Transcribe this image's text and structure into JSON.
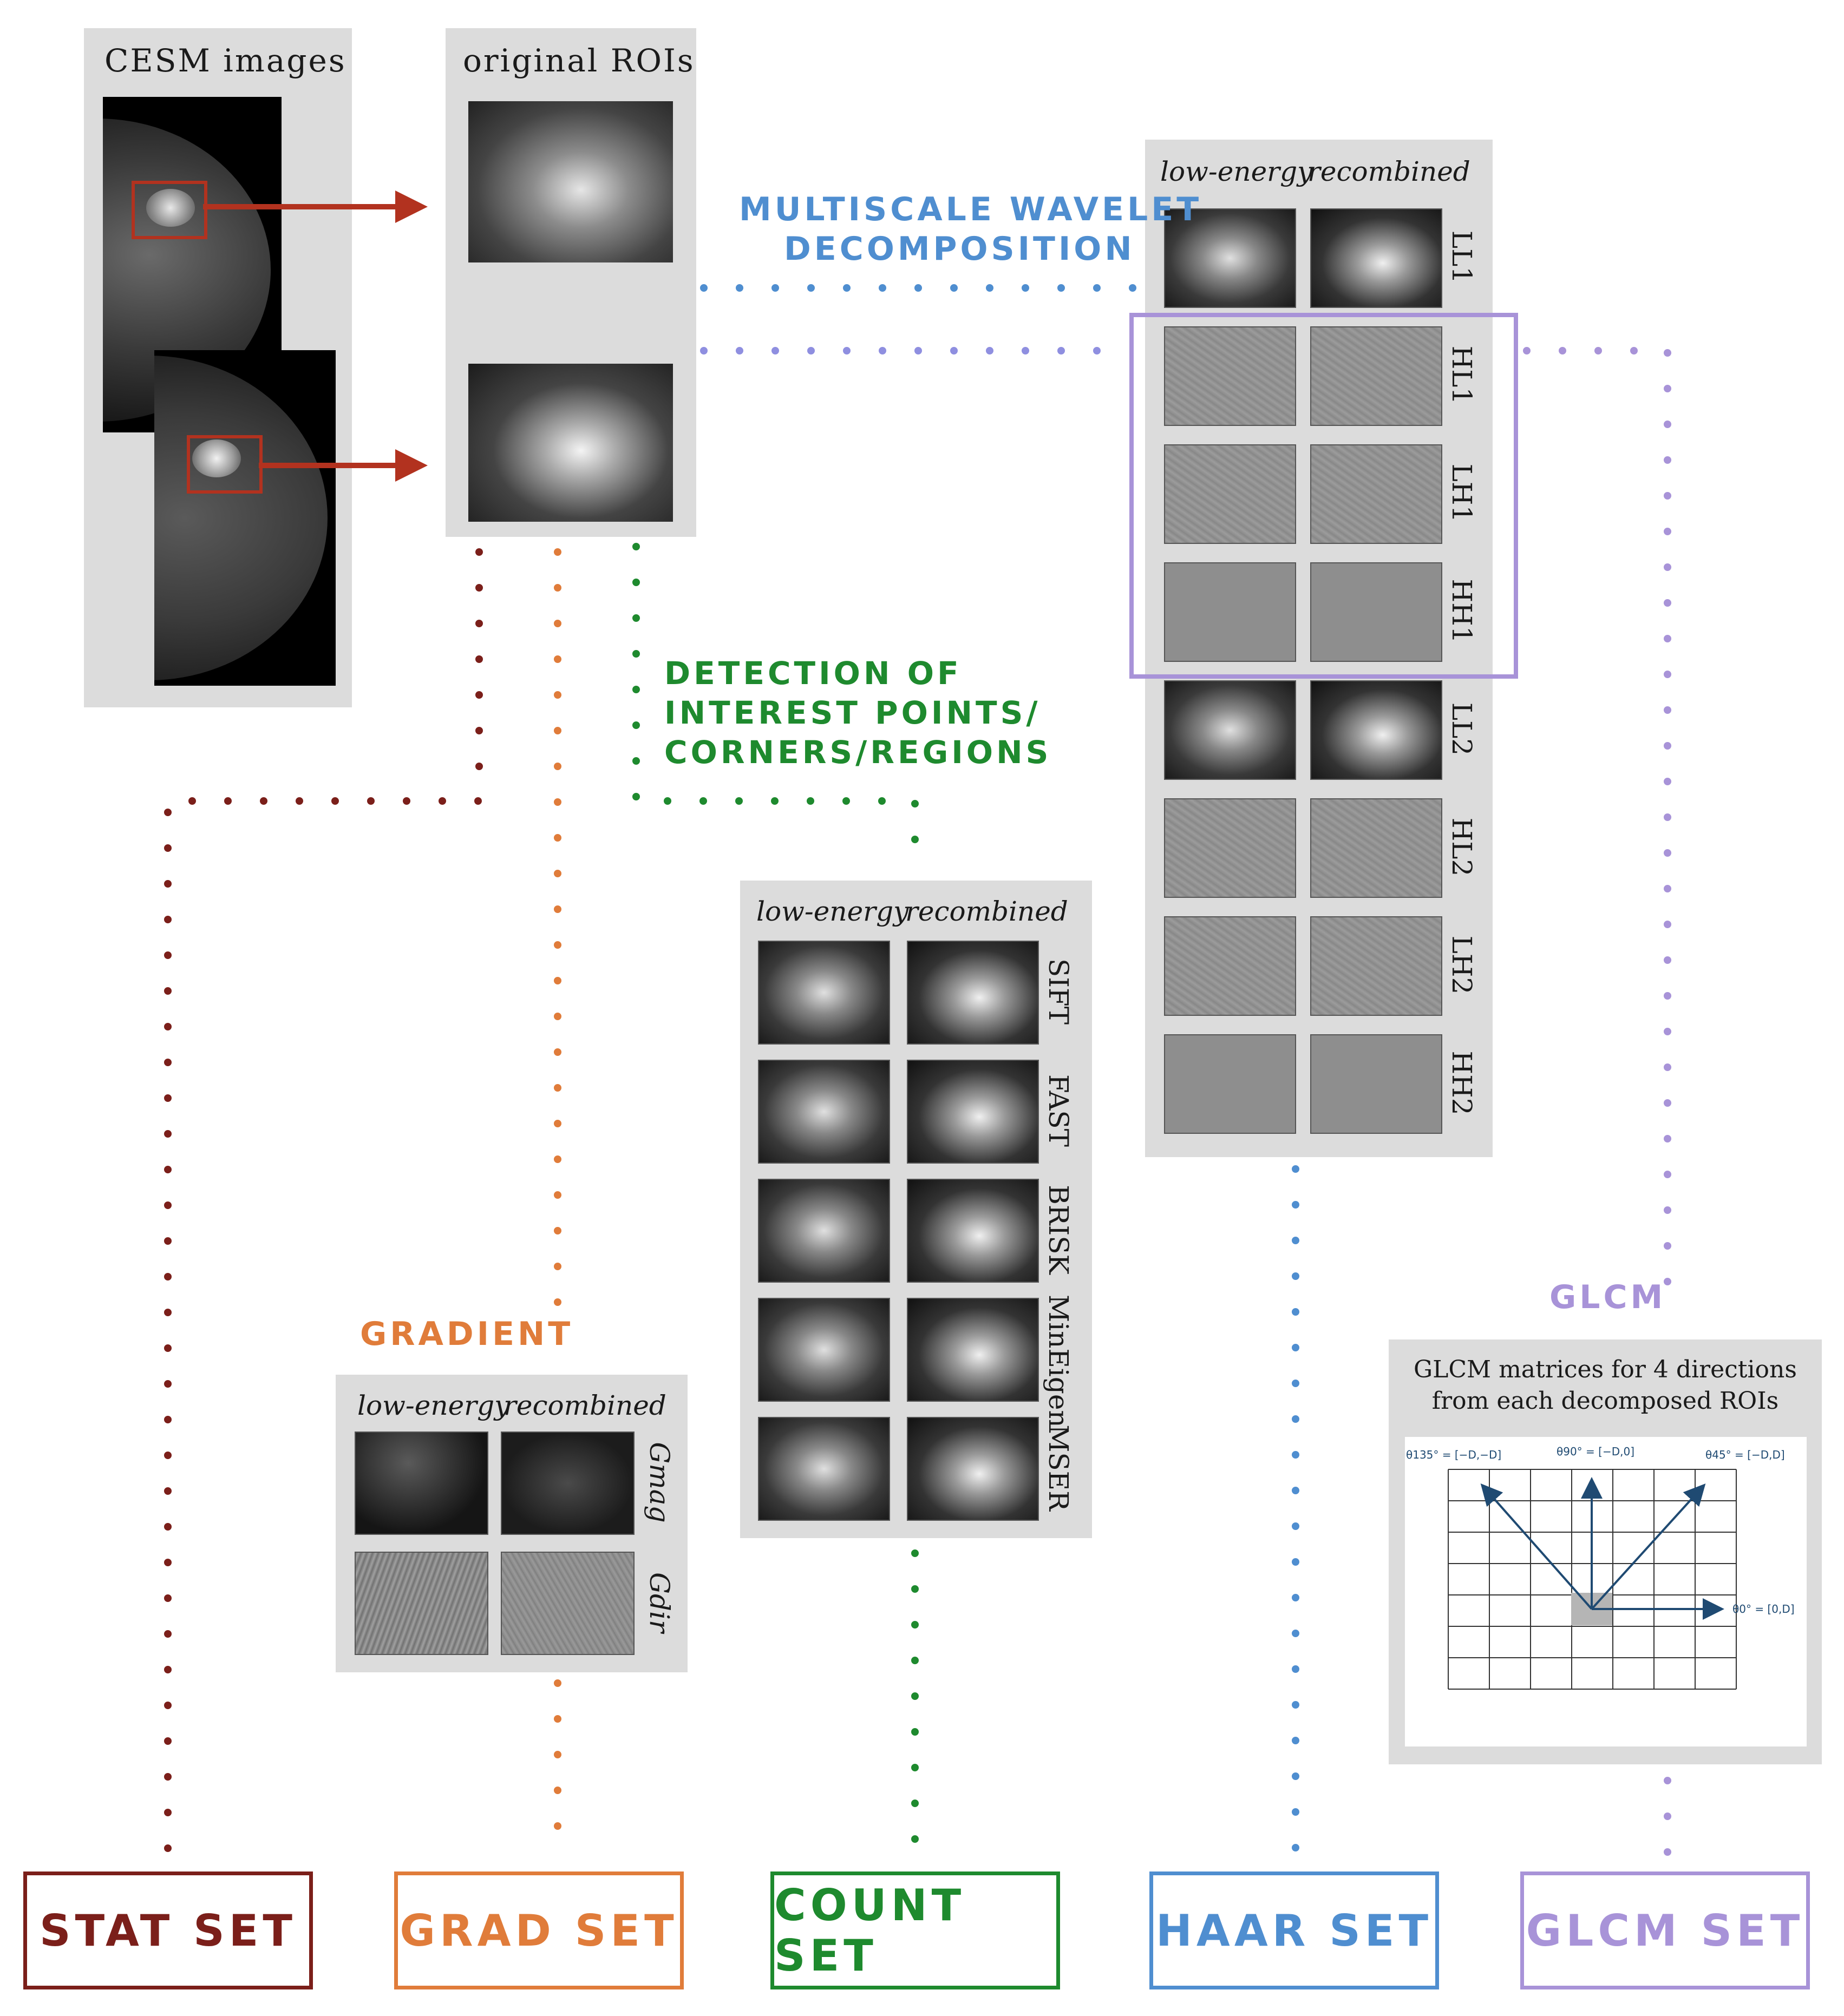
{
  "panels": {
    "cesm": {
      "title": "CESM images"
    },
    "rois": {
      "title": "original ROIs"
    },
    "wavelet": {
      "col1": "low-energy",
      "col2": "recombined",
      "rows": [
        "LL1",
        "HL1",
        "LH1",
        "HH1",
        "LL2",
        "HL2",
        "LH2",
        "HH2"
      ]
    },
    "detectors": {
      "col1": "low-energy",
      "col2": "recombined",
      "rows": [
        "SIFT",
        "FAST",
        "BRISK",
        "MinEigen",
        "MSER"
      ]
    },
    "gradient": {
      "col1": "low-energy",
      "col2": "recombined",
      "rows": [
        "Gmag",
        "Gdir"
      ]
    },
    "glcm": {
      "title_line1": "GLCM matrices for 4 directions",
      "title_line2": "from each decomposed ROIs",
      "dir135": "θ135° = [−D,−D]",
      "dir90": "θ90° = [−D,0]",
      "dir45": "θ45° = [−D,D]",
      "dir0": "θ0° = [0,D]"
    }
  },
  "steps": {
    "wavelet_line1": "MULTISCALE WAVELET",
    "wavelet_line2": "DECOMPOSITION",
    "detection_line1": "DETECTION OF",
    "detection_line2": "INTEREST POINTS/",
    "detection_line3": "CORNERS/REGIONS",
    "gradient": "GRADIENT",
    "glcm": "GLCM"
  },
  "sets": {
    "stat": "STAT SET",
    "grad": "GRAD SET",
    "count": "COUNT SET",
    "haar": "HAAR SET",
    "glcm": "GLCM SET"
  },
  "colors": {
    "stat": "#7b1f1a",
    "grad": "#e07c3a",
    "count": "#1e8a2e",
    "haar": "#4f8ed0",
    "glcm": "#a893d8",
    "arrow": "#b2321f"
  }
}
